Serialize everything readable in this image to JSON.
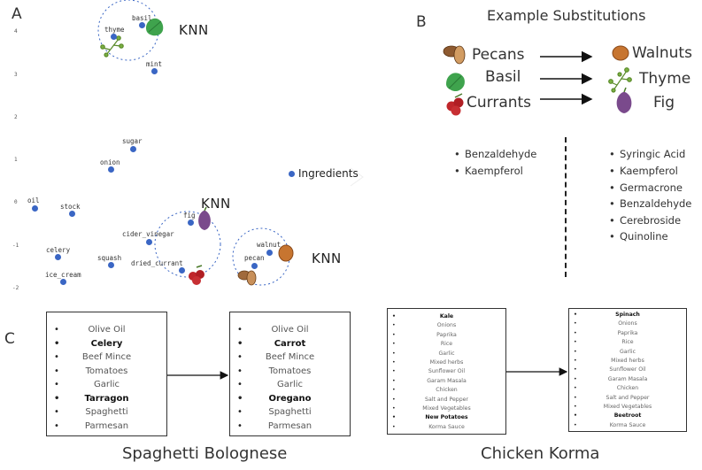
{
  "panelA": {
    "letter": "A",
    "y_ticks": [
      "4",
      "3",
      "2",
      "1",
      "0",
      "-1",
      "-2"
    ],
    "points": [
      {
        "label": "basil",
        "id": "basil"
      },
      {
        "label": "thyme",
        "id": "thyme"
      },
      {
        "label": "mint",
        "id": "mint"
      },
      {
        "label": "sugar",
        "id": "sugar"
      },
      {
        "label": "onion",
        "id": "onion"
      },
      {
        "label": "oil",
        "id": "oil"
      },
      {
        "label": "stock",
        "id": "stock"
      },
      {
        "label": "fig",
        "id": "fig"
      },
      {
        "label": "cider_vinegar",
        "id": "cider-vinegar"
      },
      {
        "label": "celery",
        "id": "celery"
      },
      {
        "label": "squash",
        "id": "squash"
      },
      {
        "label": "dried_currant",
        "id": "dried-currant"
      },
      {
        "label": "walnut",
        "id": "walnut"
      },
      {
        "label": "pecan",
        "id": "pecan"
      },
      {
        "label": "ice_cream",
        "id": "ice-cream"
      }
    ],
    "knn_label": "KNN",
    "legend_label": "Ingredients",
    "point_color": "#3a66c4"
  },
  "panelB": {
    "letter": "B",
    "title": "Example Substitutions",
    "pairs": [
      {
        "from": "Pecans",
        "to": "Walnuts",
        "from_icon": "pecan-icon",
        "to_icon": "walnut-icon"
      },
      {
        "from": "Basil",
        "to": "Thyme",
        "from_icon": "basil-icon",
        "to_icon": "thyme-icon"
      },
      {
        "from": "Currants",
        "to": "Fig",
        "from_icon": "currant-icon",
        "to_icon": "fig-icon"
      }
    ],
    "left_compounds": [
      "Benzaldehyde",
      "Kaempferol"
    ],
    "right_compounds": [
      "Syringic Acid",
      "Kaempferol",
      "Germacrone",
      "Benzaldehyde",
      "Cerebroside",
      "Quinoline"
    ]
  },
  "panelC": {
    "letter": "C",
    "bolognese": {
      "caption": "Spaghetti Bolognese",
      "original": [
        {
          "text": "Olive Oil",
          "bold": false
        },
        {
          "text": "Celery",
          "bold": true
        },
        {
          "text": "Beef Mince",
          "bold": false
        },
        {
          "text": "Tomatoes",
          "bold": false
        },
        {
          "text": "Garlic",
          "bold": false
        },
        {
          "text": "Tarragon",
          "bold": true
        },
        {
          "text": "Spaghetti",
          "bold": false
        },
        {
          "text": "Parmesan",
          "bold": false
        }
      ],
      "substituted": [
        {
          "text": "Olive Oil",
          "bold": false
        },
        {
          "text": "Carrot",
          "bold": true
        },
        {
          "text": "Beef Mince",
          "bold": false
        },
        {
          "text": "Tomatoes",
          "bold": false
        },
        {
          "text": "Garlic",
          "bold": false
        },
        {
          "text": "Oregano",
          "bold": true
        },
        {
          "text": "Spaghetti",
          "bold": false
        },
        {
          "text": "Parmesan",
          "bold": false
        }
      ]
    },
    "korma": {
      "caption": "Chicken Korma",
      "original": [
        {
          "text": "Kale",
          "bold": true
        },
        {
          "text": "Onions",
          "bold": false
        },
        {
          "text": "Paprika",
          "bold": false
        },
        {
          "text": "Rice",
          "bold": false
        },
        {
          "text": "Garlic",
          "bold": false
        },
        {
          "text": "Mixed herbs",
          "bold": false
        },
        {
          "text": "Sunflower Oil",
          "bold": false
        },
        {
          "text": "Garam Masala",
          "bold": false
        },
        {
          "text": "Chicken",
          "bold": false
        },
        {
          "text": "Salt and Pepper",
          "bold": false
        },
        {
          "text": "Mixed Vegetables",
          "bold": false
        },
        {
          "text": "New Potatoes",
          "bold": true
        },
        {
          "text": "Korma Sauce",
          "bold": false
        }
      ],
      "substituted": [
        {
          "text": "Spinach",
          "bold": true
        },
        {
          "text": "Onions",
          "bold": false
        },
        {
          "text": "Paprika",
          "bold": false
        },
        {
          "text": "Rice",
          "bold": false
        },
        {
          "text": "Garlic",
          "bold": false
        },
        {
          "text": "Mixed herbs",
          "bold": false
        },
        {
          "text": "Sunflower Oil",
          "bold": false
        },
        {
          "text": "Garam Masala",
          "bold": false
        },
        {
          "text": "Chicken",
          "bold": false
        },
        {
          "text": "Salt and Pepper",
          "bold": false
        },
        {
          "text": "Mixed Vegetables",
          "bold": false
        },
        {
          "text": "Beetroot",
          "bold": true
        },
        {
          "text": "Korma Sauce",
          "bold": false
        }
      ]
    }
  }
}
